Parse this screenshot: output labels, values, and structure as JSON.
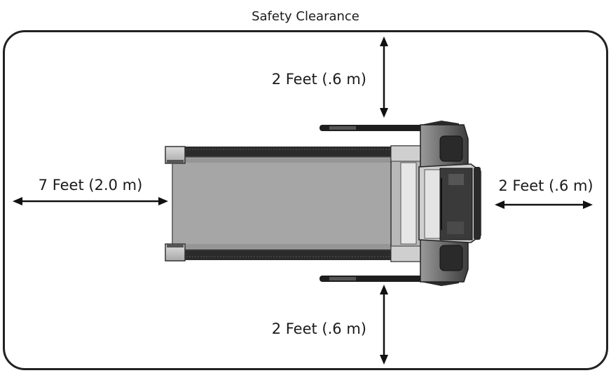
{
  "title": "Safety Clearance",
  "clearances": {
    "top": "2 Feet (.6 m)",
    "bottom": "2 Feet (.6 m)",
    "left": "7 Feet (2.0 m)",
    "right": "2 Feet (.6 m)"
  }
}
